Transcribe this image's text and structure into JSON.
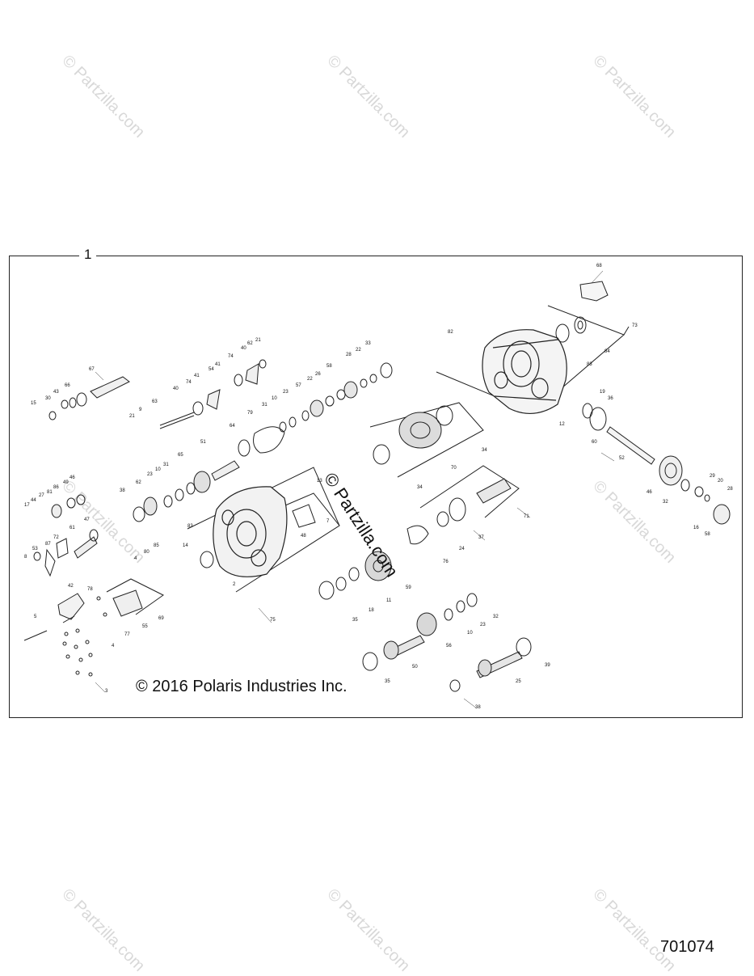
{
  "watermark": "© Partzilla.com",
  "center_watermark": "© Partzilla.com",
  "assembly_number": "1",
  "copyright": "© 2016 Polaris Industries Inc.",
  "diagram_number": "701074",
  "callouts": {
    "c67": "67",
    "c66": "66",
    "c43": "43",
    "c30": "30",
    "c15": "15",
    "c63": "63",
    "c21a": "21",
    "c9": "9",
    "c40a": "40",
    "c74a": "74",
    "c41a": "41",
    "c54": "54",
    "c74b": "74",
    "c41b": "41",
    "c40b": "40",
    "c21b": "21",
    "c62": "62",
    "c33": "33",
    "c22a": "22",
    "c28a": "28",
    "c58": "58",
    "c26": "26",
    "c22b": "22",
    "c57": "57",
    "c23a": "23",
    "c10a": "10",
    "c31a": "31",
    "c79": "79",
    "c64": "64",
    "c51": "51",
    "c65": "65",
    "c31b": "31",
    "c10b": "10",
    "c23b": "23",
    "c62b": "62",
    "c38a": "38",
    "c82": "82",
    "c68": "68",
    "c73": "73",
    "c84": "84",
    "c83a": "83",
    "c19": "19",
    "c36": "36",
    "c12": "12",
    "c60": "60",
    "c52": "52",
    "c46a": "46",
    "c29": "29",
    "c20": "20",
    "c28b": "28",
    "c32a": "32",
    "c16": "16",
    "c58b": "58",
    "c70": "70",
    "c34a": "34",
    "c34b": "34",
    "c46b": "46",
    "c49": "49",
    "c86": "86",
    "c81": "81",
    "c27": "27",
    "c44": "44",
    "c17": "17",
    "c47": "47",
    "c61": "61",
    "c72": "72",
    "c87": "87",
    "c53": "53",
    "c8": "8",
    "c42": "42",
    "c14": "14",
    "c83b": "83",
    "c80": "80",
    "c85": "85",
    "c4a": "4",
    "c13": "13",
    "c7": "7",
    "c48": "48",
    "c2": "2",
    "c75": "75",
    "c71": "71",
    "c37": "37",
    "c24": "24",
    "c76": "76",
    "c59": "59",
    "c11": "11",
    "c18": "18",
    "c35a": "35",
    "c32b": "32",
    "c23c": "23",
    "c10c": "10",
    "c56": "56",
    "c50": "50",
    "c35b": "35",
    "c39": "39",
    "c25": "25",
    "c38b": "38",
    "c78": "78",
    "c5": "5",
    "c77": "77",
    "c4b": "4",
    "c3": "3",
    "c69": "69",
    "c55": "55"
  }
}
